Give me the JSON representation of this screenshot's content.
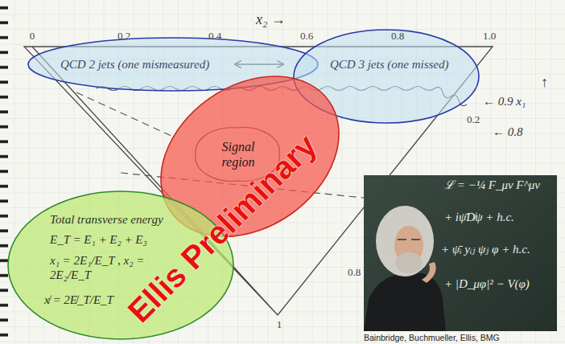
{
  "diagram": {
    "nodes": [
      {
        "text": [
          "QCD 2 jets (one mismeasured)"
        ]
      },
      {
        "text": [
          "QCD 3 jets (one missed)"
        ]
      },
      {
        "text": [
          "Signal region"
        ]
      },
      {
        "text": [
          "Total transverse energy",
          "E_T = E₁ + E₂ + E₃",
          "x₁ = 2E₁/E_T , x₂ = 2E₂/E_T",
          "x̸ = 2E̸_T/E_T"
        ]
      }
    ],
    "labels": [
      "x₂ →",
      "0",
      "0.2",
      "0.4",
      "0.6",
      "0.8",
      "1.0",
      "← 0.9 x₁",
      "↑",
      "← 0.8",
      "0.2",
      "0.4",
      "0.8",
      "1",
      "Ellis Preliminary",
      "ℒ = −¼ F_μν F^μν",
      "+ iψ̄D̸ψ + h.c.",
      "+ ψ̄ᵢ yᵢⱼ ψⱼ φ + h.c.",
      "+ |D_μφ|² − V(φ)",
      "Bainbridge, Buchmueller, Ellis, BMG"
    ]
  }
}
